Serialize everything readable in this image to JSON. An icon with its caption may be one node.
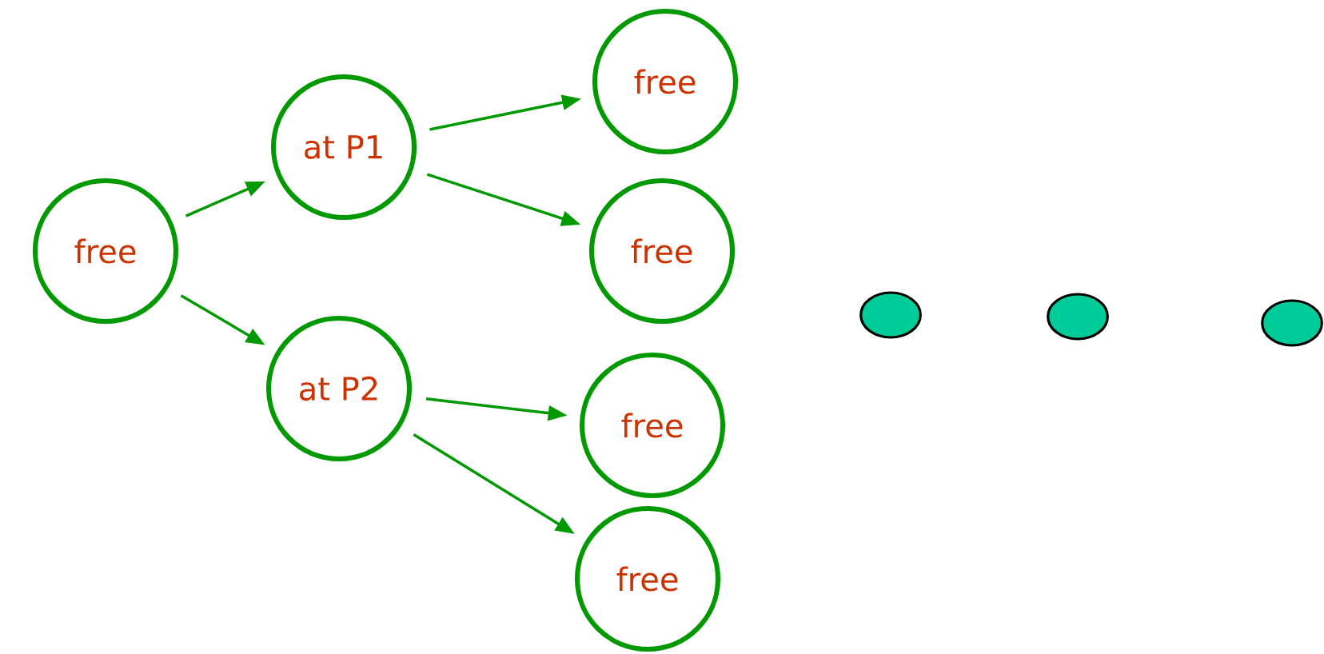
{
  "diagram": {
    "nodes": [
      {
        "text": [
          "free"
        ]
      },
      {
        "text": [
          "at P1"
        ]
      },
      {
        "text": [
          "at P2"
        ]
      },
      {
        "text": [
          "free"
        ]
      },
      {
        "text": [
          "free"
        ]
      },
      {
        "text": [
          "free"
        ]
      },
      {
        "text": [
          "free"
        ]
      },
      {
        "text": [],
        "shape": "circle"
      },
      {
        "text": [],
        "shape": "circle"
      },
      {
        "text": [],
        "shape": "circle"
      }
    ],
    "edges": [
      {
        "from": 0,
        "to": 1,
        "arrow": "to"
      },
      {
        "from": 0,
        "to": 2,
        "arrow": "to"
      },
      {
        "from": 1,
        "to": 3,
        "arrow": "to"
      },
      {
        "from": 1,
        "to": 4,
        "arrow": "to"
      },
      {
        "from": 2,
        "to": 5,
        "arrow": "to"
      },
      {
        "from": 2,
        "to": 6,
        "arrow": "to"
      }
    ]
  }
}
